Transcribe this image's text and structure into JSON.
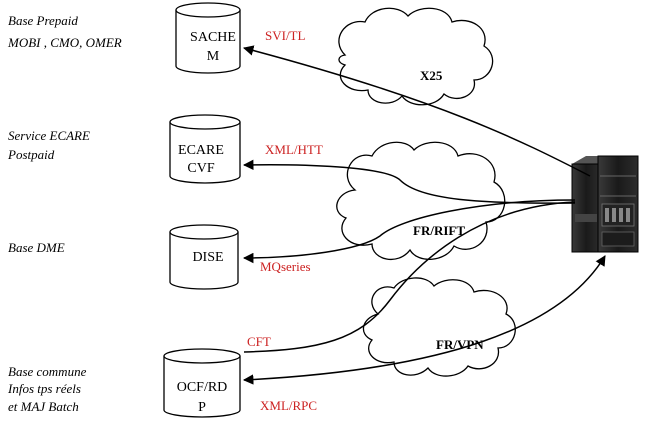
{
  "colors": {
    "protocol": "#cc2222",
    "line": "#000000"
  },
  "left_labels": {
    "prepaid": [
      "Base Prepaid",
      "MOBI , CMO, OMER"
    ],
    "ecare": [
      "Service ECARE",
      "Postpaid"
    ],
    "dme": [
      "Base DME"
    ],
    "commune": [
      "Base commune",
      "Infos tps réels",
      "et MAJ Batch"
    ]
  },
  "databases": {
    "sachem": [
      "SACHE",
      "M"
    ],
    "ecare": [
      "ECARE",
      "CVF"
    ],
    "dise": [
      "DISE"
    ],
    "ocf": [
      "OCF/RD",
      "P"
    ]
  },
  "protocols": {
    "svi": "SVI/TL",
    "xml_htt": "XML/HTT",
    "mqseries": "MQseries",
    "cft": "CFT",
    "xml_rpc": "XML/RPC"
  },
  "networks": {
    "x25": "X25",
    "fr_rift": "FR/RIFT",
    "fr_vpn": "FR/VPN"
  },
  "icons": {
    "server": "server-tower-icon",
    "database": "database-cylinder-icon",
    "cloud": "network-cloud-icon"
  }
}
